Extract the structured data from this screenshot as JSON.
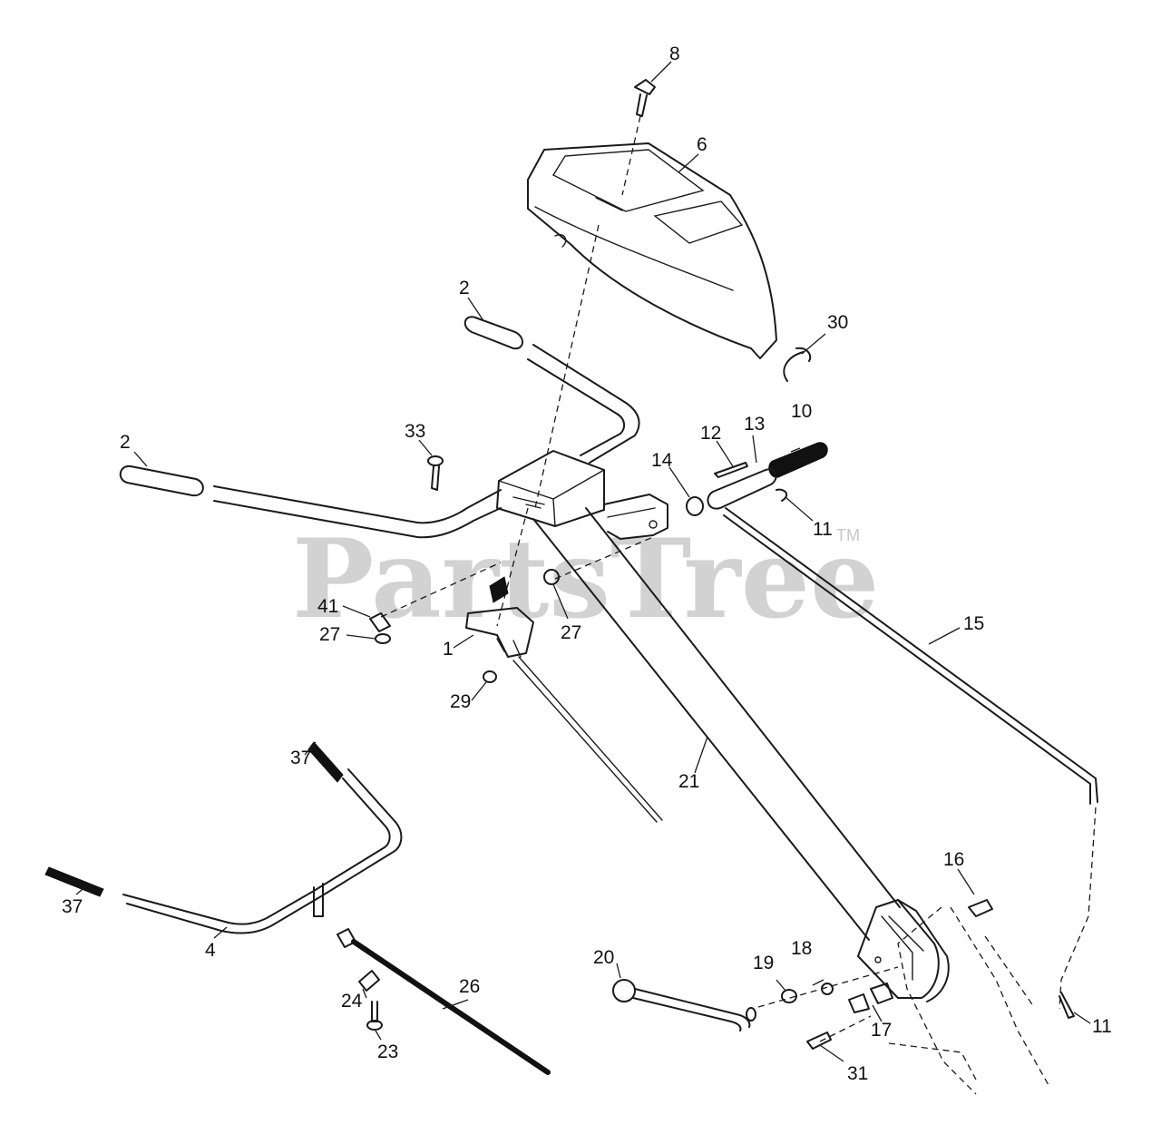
{
  "watermark": {
    "text": "PartsTree",
    "trademark": "TM"
  },
  "callouts": {
    "c1": "1",
    "c2a": "2",
    "c2b": "2",
    "c4": "4",
    "c6": "6",
    "c8": "8",
    "c10": "10",
    "c11a": "11",
    "c11b": "11",
    "c12": "12",
    "c13": "13",
    "c14": "14",
    "c15": "15",
    "c16": "16",
    "c17": "17",
    "c18": "18",
    "c19": "19",
    "c20": "20",
    "c21": "21",
    "c23": "23",
    "c24": "24",
    "c26": "26",
    "c27a": "27",
    "c27b": "27",
    "c29": "29",
    "c30": "30",
    "c31": "31",
    "c33": "33",
    "c37a": "37",
    "c37b": "37",
    "c41": "41"
  }
}
